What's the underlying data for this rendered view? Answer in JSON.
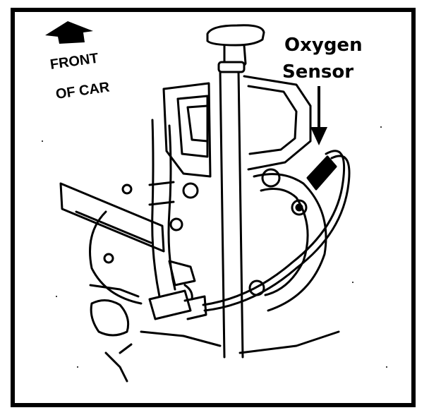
{
  "labels": {
    "direction_line1": "FRONT",
    "direction_line2": "OF CAR",
    "sensor_line1": "Oxygen",
    "sensor_line2": "Sensor"
  },
  "colors": {
    "ink": "#000000",
    "paper": "#ffffff"
  }
}
